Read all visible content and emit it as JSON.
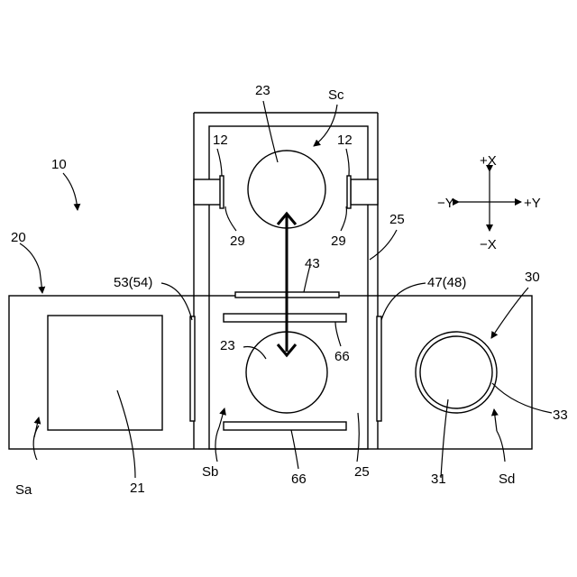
{
  "figure": {
    "labels": {
      "device": "10",
      "stage_a": "20",
      "stage_d": "30",
      "sa": "Sa",
      "sb": "Sb",
      "sc": "Sc",
      "sd": "Sd",
      "sensor_left": "12",
      "sensor_right": "12",
      "wafer_top": "23",
      "wafer_mid": "23",
      "chamber_top": "25",
      "chamber_bottom": "25",
      "bracket_left": "29",
      "bracket_right": "29",
      "plate_43": "43",
      "gate_left": "53(54)",
      "gate_right": "47(48)",
      "plate_66_right": "66",
      "plate_66_bottom": "66",
      "item_21": "21",
      "item_31": "31",
      "item_33": "33"
    },
    "axes": {
      "plus_x": "+X",
      "minus_x": "−X",
      "plus_y": "+Y",
      "minus_y": "−Y"
    }
  }
}
